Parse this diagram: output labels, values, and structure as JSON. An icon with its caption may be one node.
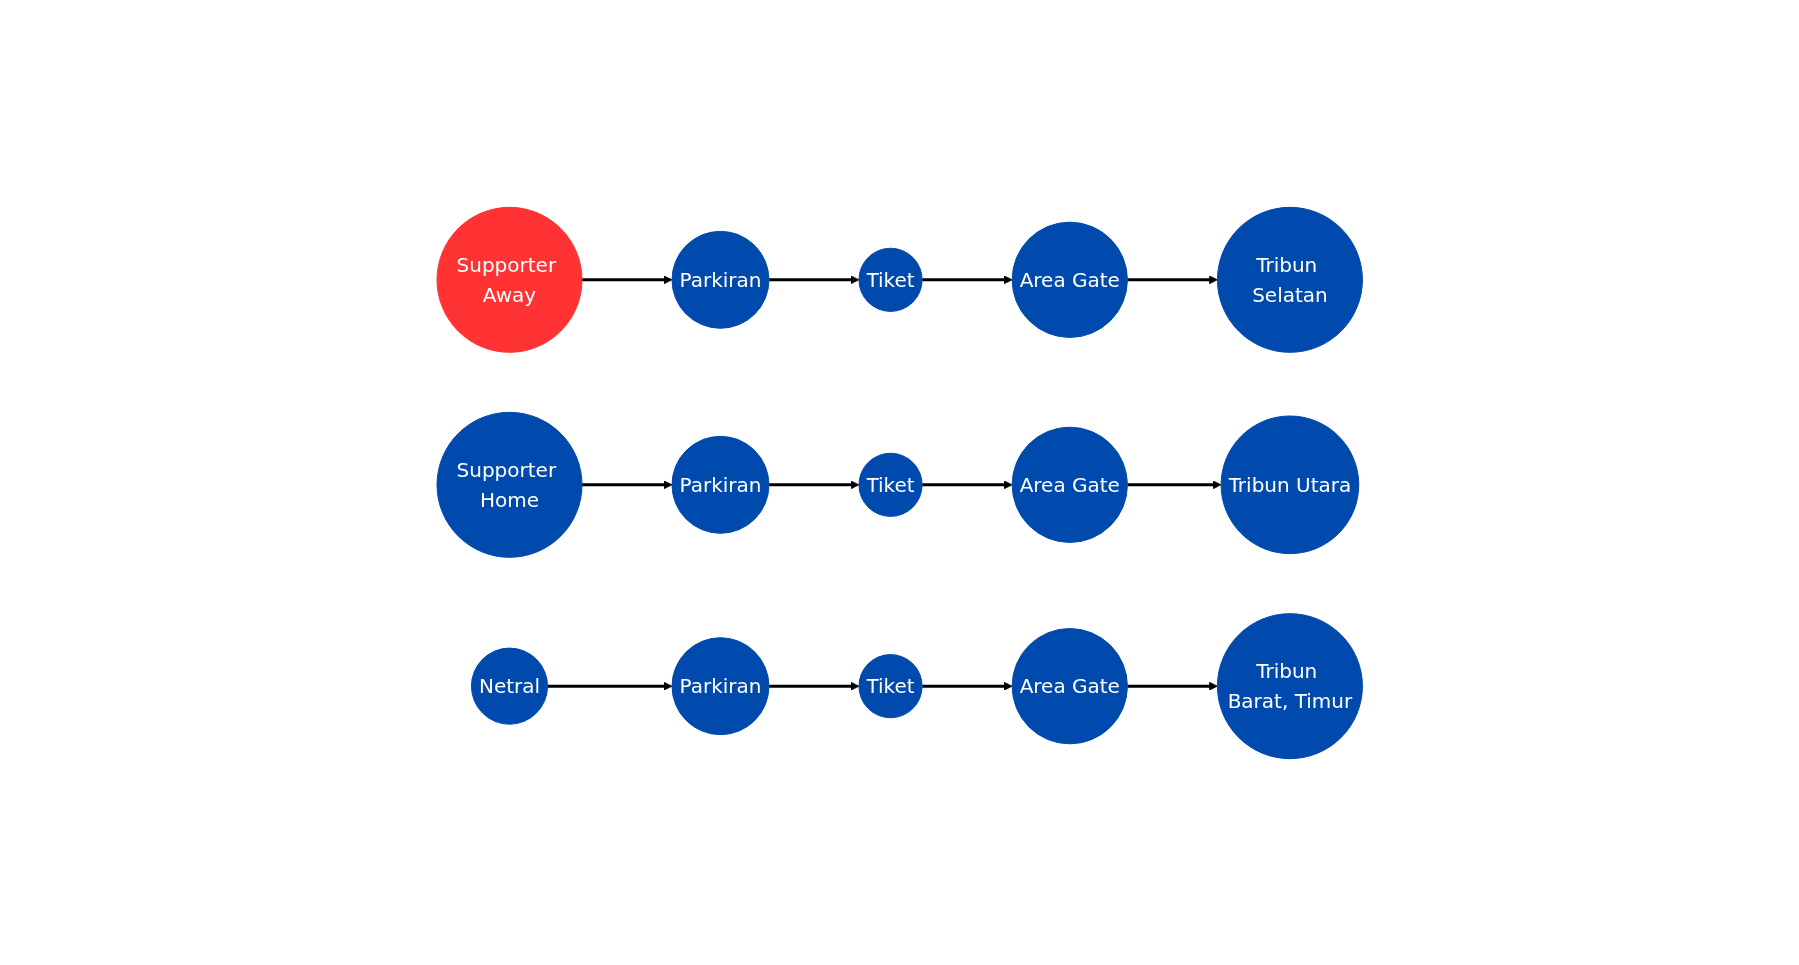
{
  "diagram": {
    "nodes": [
      {
        "text": [
          "Supporter Away"
        ]
      },
      {
        "text": [
          "Parkiran"
        ]
      },
      {
        "text": [
          "Tiket"
        ]
      },
      {
        "text": [
          "Area Gate"
        ]
      },
      {
        "text": [
          "Tribun Selatan"
        ]
      },
      {
        "text": [
          "Supporter Home"
        ]
      },
      {
        "text": [
          "Parkiran"
        ]
      },
      {
        "text": [
          "Tiket"
        ]
      },
      {
        "text": [
          "Area Gate"
        ]
      },
      {
        "text": [
          "Tribun Utara"
        ]
      },
      {
        "text": [
          "Netral"
        ]
      },
      {
        "text": [
          "Parkiran"
        ]
      },
      {
        "text": [
          "Tiket"
        ]
      },
      {
        "text": [
          "Area Gate"
        ]
      },
      {
        "text": [
          "Tribun Barat, Timur"
        ]
      }
    ],
    "edges": [
      {
        "from": 0,
        "to": 1,
        "arrow": "to"
      },
      {
        "from": 1,
        "to": 2,
        "arrow": "to"
      },
      {
        "from": 2,
        "to": 3,
        "arrow": "to"
      },
      {
        "from": 3,
        "to": 4,
        "arrow": "to"
      },
      {
        "from": 5,
        "to": 6,
        "arrow": "to"
      },
      {
        "from": 6,
        "to": 7,
        "arrow": "to"
      },
      {
        "from": 7,
        "to": 8,
        "arrow": "to"
      },
      {
        "from": 8,
        "to": 9,
        "arrow": "to"
      },
      {
        "from": 10,
        "to": 11,
        "arrow": "to"
      },
      {
        "from": 11,
        "to": 12,
        "arrow": "to"
      },
      {
        "from": 12,
        "to": 13,
        "arrow": "to"
      },
      {
        "from": 13,
        "to": 14,
        "arrow": "to"
      }
    ]
  }
}
